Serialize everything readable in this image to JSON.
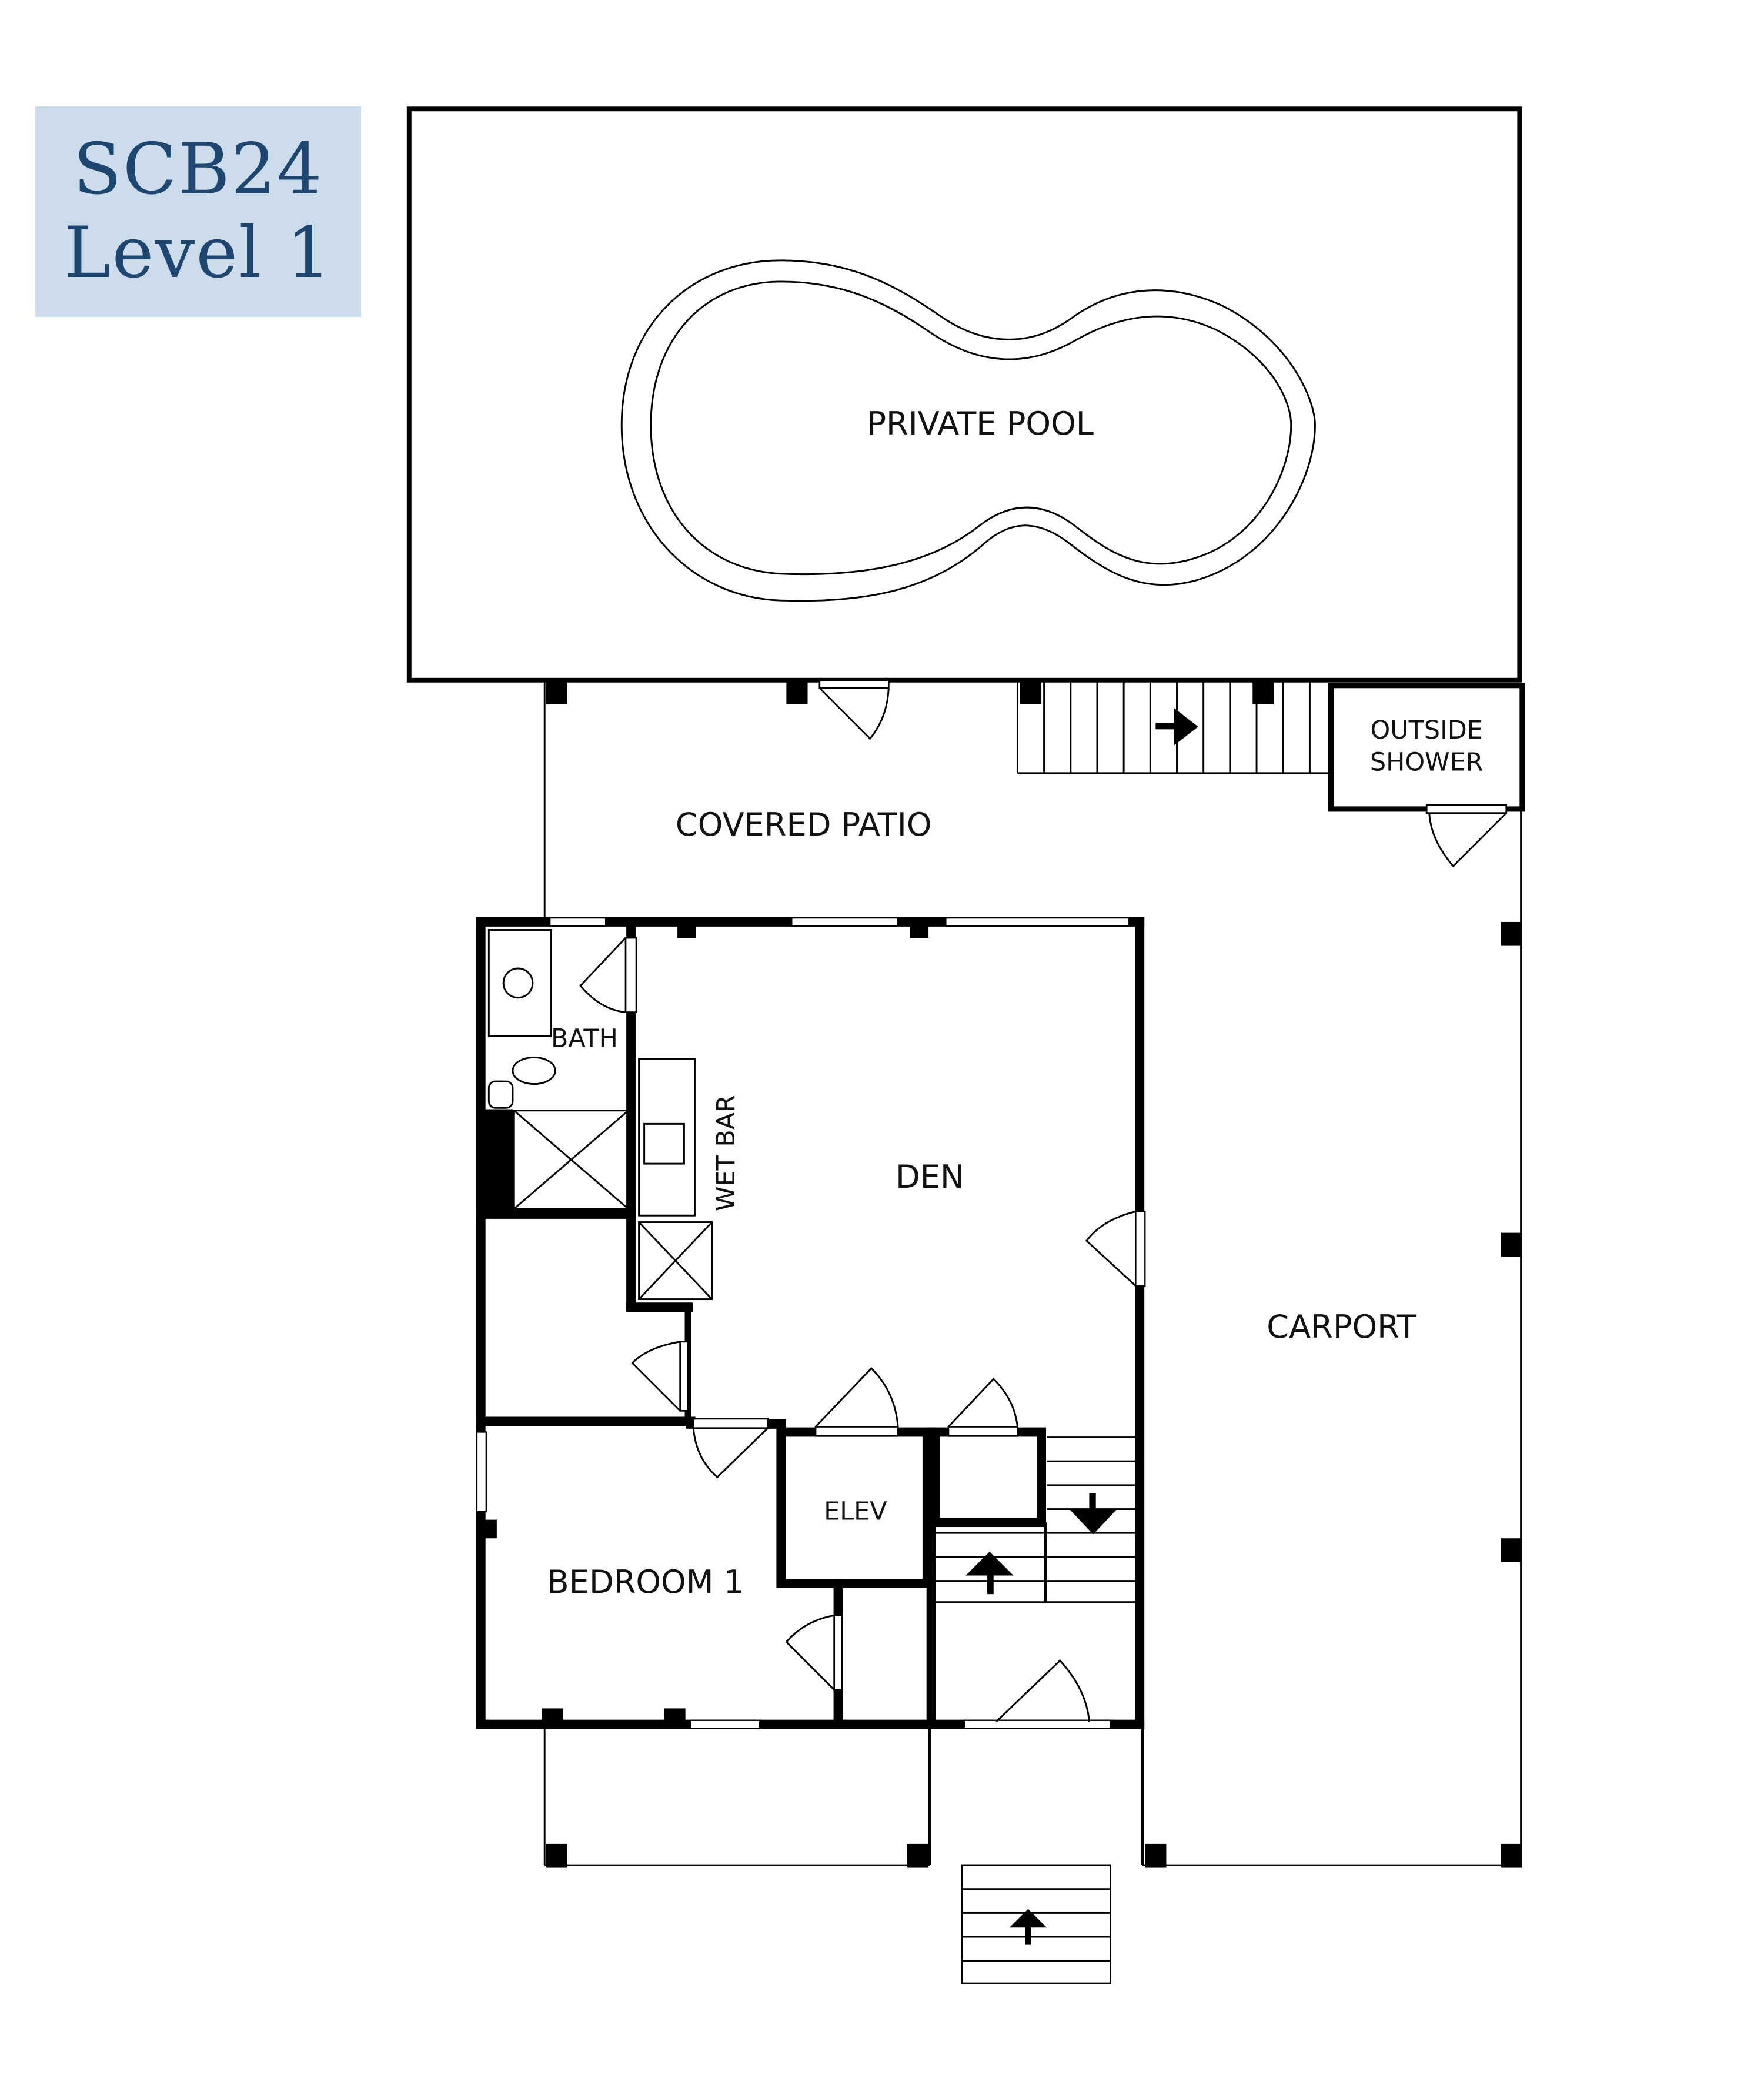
{
  "title_block": {
    "property_code": "SCB24",
    "level": "Level 1",
    "background_color": "#cddcea",
    "text_color": "#1d4670"
  },
  "rooms": {
    "private_pool": "PRIVATE POOL",
    "covered_patio": "COVERED PATIO",
    "outside_shower_line1": "OUTSIDE",
    "outside_shower_line2": "SHOWER",
    "bath": "BATH",
    "wet_bar": "WET BAR",
    "den": "DEN",
    "carport": "CARPORT",
    "elevator": "ELEV",
    "bedroom_1": "BEDROOM 1"
  },
  "symbols": {
    "pool_stairs_arrow": "arrow-right",
    "interior_stairs_up_arrow": "arrow-up",
    "interior_stairs_down_arrow": "arrow-down",
    "entry_stairs_arrow": "arrow-up"
  },
  "colors": {
    "wall": "#000000",
    "background": "#ffffff"
  }
}
